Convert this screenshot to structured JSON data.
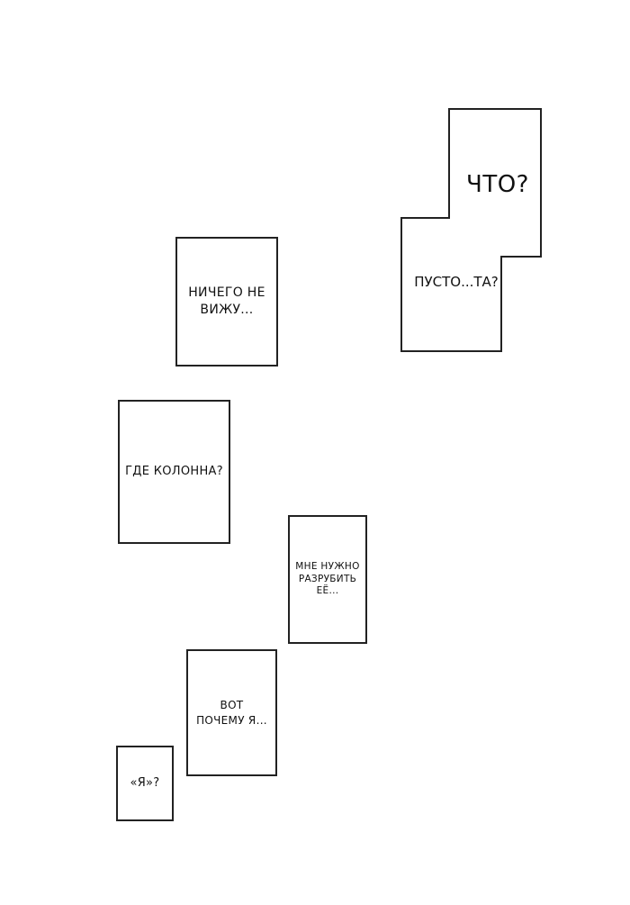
{
  "panels": {
    "chto": "ЧТО?",
    "pusto": "ПУСТО...ТА?",
    "nichego": "НИЧЕГО НЕ\nВИЖУ...",
    "gde": "ГДЕ КОЛОННА?",
    "mne": "МНЕ НУЖНО\nРАЗРУБИТЬ\nЕЁ...",
    "vot": "ВОТ\nПОЧЕМУ Я...",
    "ya": "«Я»?"
  },
  "colors": {
    "background": "#ffffff",
    "border": "#222222",
    "text": "#111111"
  }
}
